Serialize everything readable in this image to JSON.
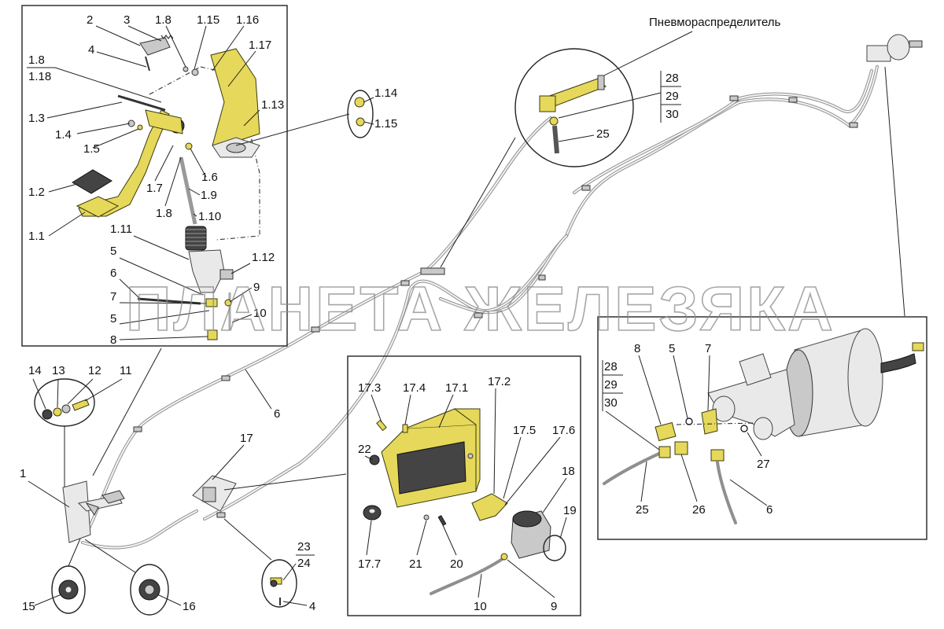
{
  "title": "Пневмораспределитель",
  "watermark": "ПЛАНЕТА ЖЕЛЕЗЯКА",
  "labels": {
    "pedal": {
      "l2": "2",
      "l3": "3",
      "l1_8a": "1.8",
      "l1_15a": "1.15",
      "l1_16": "1.16",
      "l1_17": "1.17",
      "l4a": "4",
      "l1_8b": "1.8",
      "l1_18": "1.18",
      "l1_3": "1.3",
      "l1_13": "1.13",
      "l1_4": "1.4",
      "l1_5": "1.5",
      "l1_6": "1.6",
      "l1_7": "1.7",
      "l1_9": "1.9",
      "l1_2": "1.2",
      "l1_8c": "1.8",
      "l1_10": "1.10",
      "l1_1": "1.1",
      "l1_11": "1.11",
      "l5a": "5",
      "l1_12": "1.12",
      "l6a": "6",
      "l9a": "9",
      "l7a": "7",
      "l5b": "5",
      "l10a": "10",
      "l8a": "8"
    },
    "bolt": {
      "l1_14": "1.14",
      "l1_15": "1.15"
    },
    "valve": {
      "l28": "28",
      "l29": "29",
      "l30": "30",
      "l25": "25"
    },
    "washers": {
      "l14": "14",
      "l13": "13",
      "l12": "12",
      "l11": "11"
    },
    "main": {
      "l1": "1",
      "l6": "6",
      "l17": "17",
      "l15": "15",
      "l16": "16",
      "l23": "23",
      "l24": "24",
      "l4": "4"
    },
    "box": {
      "l17_3": "17.3",
      "l17_4": "17.4",
      "l17_1": "17.1",
      "l17_2": "17.2",
      "l22": "22",
      "l17_5": "17.5",
      "l17_6": "17.6",
      "l18": "18",
      "l19": "19",
      "l17_7": "17.7",
      "l21": "21",
      "l20": "20",
      "l10": "10",
      "l9": "9"
    },
    "booster": {
      "l28": "28",
      "l29": "29",
      "l30": "30",
      "l8": "8",
      "l5": "5",
      "l7": "7",
      "l27": "27",
      "l25": "25",
      "l26": "26",
      "l6": "6"
    }
  }
}
